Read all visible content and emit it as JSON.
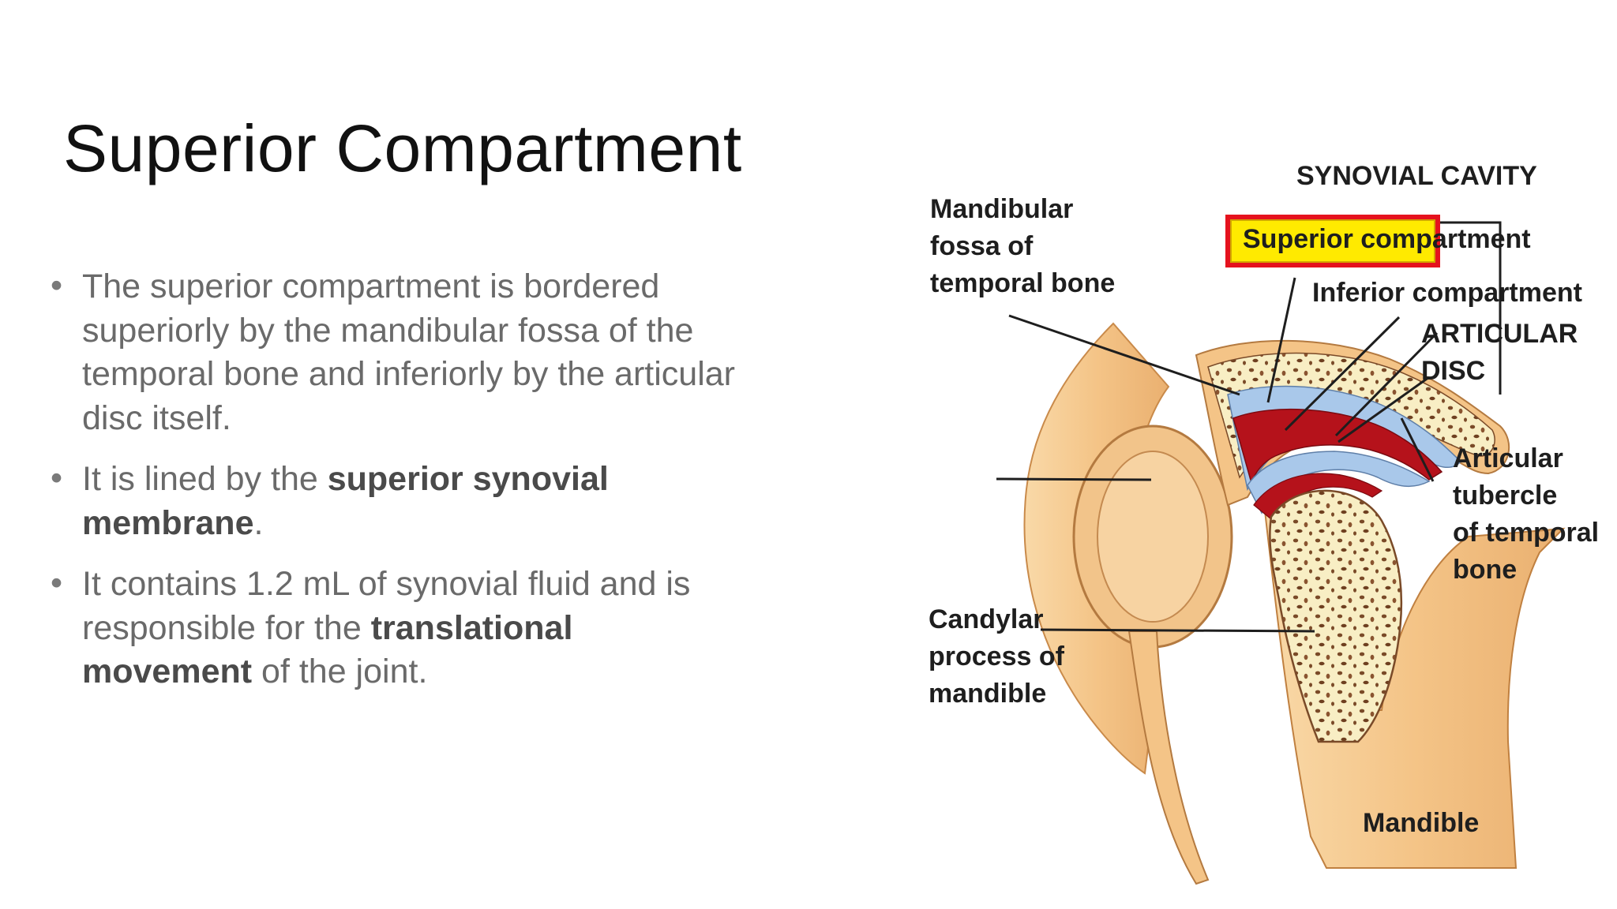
{
  "slide": {
    "title": "Superior Compartment",
    "bullets": [
      {
        "parts": [
          {
            "text": "The superior compartment is bordered superiorly by the mandibular fossa of the temporal bone and inferiorly by the articular disc itself.",
            "bold": false
          }
        ]
      },
      {
        "parts": [
          {
            "text": "It is lined by the ",
            "bold": false
          },
          {
            "text": "superior synovial membrane",
            "bold": true
          },
          {
            "text": ".",
            "bold": false
          }
        ]
      },
      {
        "parts": [
          {
            "text": "It contains 1.2 mL of synovial fluid and is responsible for the ",
            "bold": false
          },
          {
            "text": "translational movement",
            "bold": true
          },
          {
            "text": " of the joint.",
            "bold": false
          }
        ]
      }
    ]
  },
  "diagram": {
    "labels": {
      "synovial_cavity": "SYNOVIAL CAVITY",
      "superior_compartment": "Superior compartment",
      "inferior_compartment": "Inferior compartment",
      "articular_disc_1": "ARTICULAR",
      "articular_disc_2": "DISC",
      "mandibular_fossa_1": "Mandibular",
      "mandibular_fossa_2": "fossa of",
      "mandibular_fossa_3": "temporal bone",
      "articular_tubercle_1": "Articular",
      "articular_tubercle_2": "tubercle",
      "articular_tubercle_3": "of temporal",
      "articular_tubercle_4": "bone",
      "condylar_1": "Candylar",
      "condylar_2": "process of",
      "condylar_3": "mandible",
      "mandible": "Mandible"
    },
    "colors": {
      "bone": "#f5cc94",
      "bone_shadow": "#e8ad6a",
      "cancellous": "#f8eec4",
      "speckle": "#7a4a28",
      "synovial_red": "#b5121b",
      "synovial_blue": "#a9c8ea",
      "highlight_fill": "#ffea00",
      "highlight_border": "#e5121e"
    }
  }
}
